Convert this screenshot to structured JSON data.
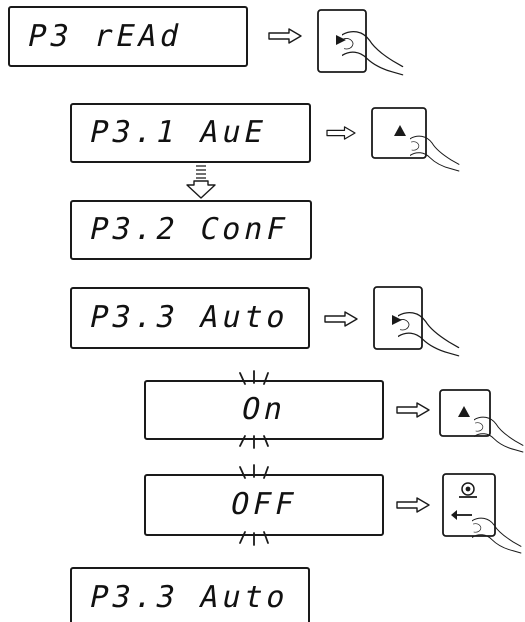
{
  "displays": [
    {
      "id": "p3-read",
      "text": "P3 rEAd"
    },
    {
      "id": "p3-1",
      "text": "P3.1 AuE"
    },
    {
      "id": "p3-2",
      "text": "P3.2 ConF"
    },
    {
      "id": "p3-3",
      "text": "P3.3 Auto"
    },
    {
      "id": "on",
      "text": "On"
    },
    {
      "id": "off",
      "text": "OFF"
    },
    {
      "id": "p3-3-final",
      "text": "P3.3 Auto"
    }
  ],
  "icons": {
    "right_arrow": "hollow-right-arrow-icon",
    "down_arrow": "hollow-down-arrow-icon",
    "key_right": "right-key-press-icon",
    "key_up": "up-key-press-icon",
    "key_tare": "tare-key-press-icon",
    "blink": "blink-rays-icon"
  },
  "colors": {
    "ink": "#1a1a1a",
    "background": "#ffffff"
  }
}
